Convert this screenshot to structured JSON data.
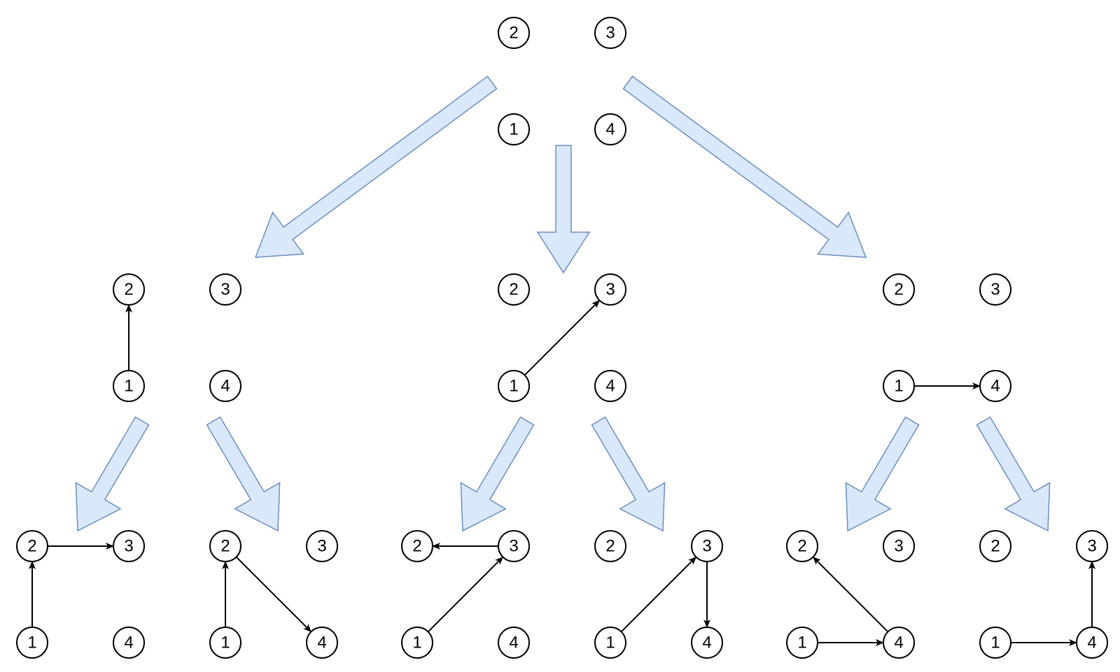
{
  "colors": {
    "big_arrow_fill": "#dae8fc",
    "big_arrow_stroke": "#6c8ebf",
    "node_stroke": "#000000",
    "edge": "#000000"
  },
  "diagram": {
    "type": "search-tree",
    "levels": [
      {
        "level": 0,
        "states": [
          {
            "id": "root",
            "nodes": [
              "1",
              "2",
              "3",
              "4"
            ],
            "edges": []
          }
        ]
      },
      {
        "level": 1,
        "states": [
          {
            "id": "A",
            "parent": "root",
            "nodes": [
              "1",
              "2",
              "3",
              "4"
            ],
            "edges": [
              [
                "1",
                "2"
              ]
            ]
          },
          {
            "id": "B",
            "parent": "root",
            "nodes": [
              "1",
              "2",
              "3",
              "4"
            ],
            "edges": [
              [
                "1",
                "3"
              ]
            ]
          },
          {
            "id": "C",
            "parent": "root",
            "nodes": [
              "1",
              "2",
              "3",
              "4"
            ],
            "edges": [
              [
                "1",
                "4"
              ]
            ]
          }
        ]
      },
      {
        "level": 2,
        "states": [
          {
            "id": "A1",
            "parent": "A",
            "nodes": [
              "1",
              "2",
              "3",
              "4"
            ],
            "edges": [
              [
                "1",
                "2"
              ],
              [
                "2",
                "3"
              ]
            ]
          },
          {
            "id": "A2",
            "parent": "A",
            "nodes": [
              "1",
              "2",
              "3",
              "4"
            ],
            "edges": [
              [
                "1",
                "2"
              ],
              [
                "2",
                "4"
              ]
            ]
          },
          {
            "id": "B1",
            "parent": "B",
            "nodes": [
              "1",
              "2",
              "3",
              "4"
            ],
            "edges": [
              [
                "1",
                "3"
              ],
              [
                "3",
                "2"
              ]
            ]
          },
          {
            "id": "B2",
            "parent": "B",
            "nodes": [
              "1",
              "2",
              "3",
              "4"
            ],
            "edges": [
              [
                "1",
                "3"
              ],
              [
                "3",
                "4"
              ]
            ]
          },
          {
            "id": "C1",
            "parent": "C",
            "nodes": [
              "1",
              "2",
              "3",
              "4"
            ],
            "edges": [
              [
                "1",
                "4"
              ],
              [
                "4",
                "2"
              ]
            ]
          },
          {
            "id": "C2",
            "parent": "C",
            "nodes": [
              "1",
              "2",
              "3",
              "4"
            ],
            "edges": [
              [
                "1",
                "4"
              ],
              [
                "4",
                "3"
              ]
            ]
          }
        ]
      }
    ]
  }
}
